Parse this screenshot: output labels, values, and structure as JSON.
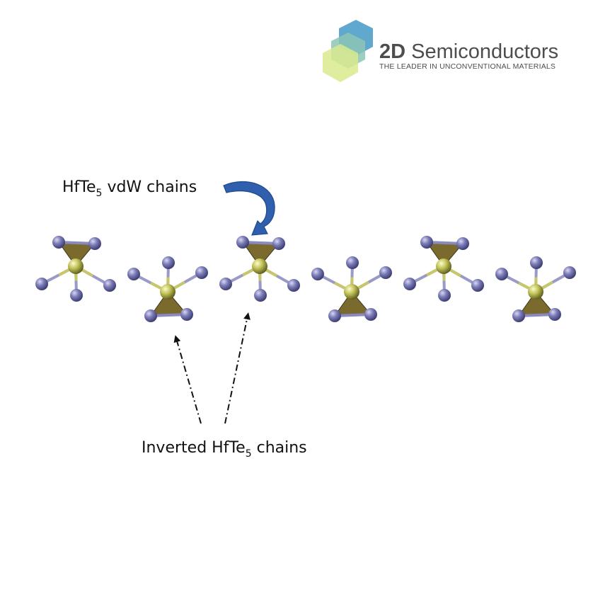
{
  "logo": {
    "brand_bold": "2D",
    "brand_rest": " Semiconductors",
    "tagline": "THE LEADER IN UNCONVENTIONAL MATERIALS",
    "hex_colors": [
      "#4f9fc8",
      "#8cc5b5",
      "#d9ea8e"
    ]
  },
  "labels": {
    "vdw_main": "HfTe",
    "vdw_sub": "5",
    "vdw_rest": " vdW chains",
    "inverted_main": "Inverted HfTe",
    "inverted_sub": "5",
    "inverted_rest": " chains"
  },
  "structure": {
    "units": [
      {
        "orientation": "up"
      },
      {
        "orientation": "down"
      },
      {
        "orientation": "up"
      },
      {
        "orientation": "down"
      },
      {
        "orientation": "up"
      },
      {
        "orientation": "down"
      }
    ],
    "colors": {
      "te_atom": "#6a6aa8",
      "hf_atom": "#b5b54a",
      "prism": "#7a6a2e",
      "arrow_blue": "#2f5fad"
    }
  }
}
